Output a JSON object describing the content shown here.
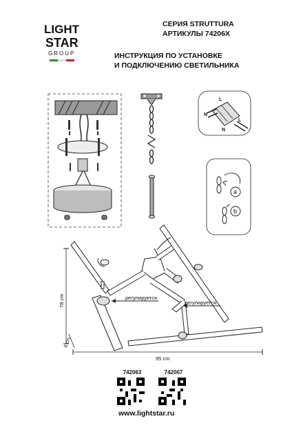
{
  "logo": {
    "line1": "LIGHT",
    "line2": "STAR",
    "line3": "GROUP"
  },
  "header": {
    "series": "СЕРИЯ STRUTTURA",
    "articles": "АРТИКУЛЫ 74206X",
    "instruction_line1": "ИНСТРУКЦИЯ ПО УСТАНОВКЕ",
    "instruction_line2": "И ПОДКЛЮЧЕНИЮ СВЕТИЛЬНИКА"
  },
  "diagram": {
    "wiring_labels": [
      "L",
      "N",
      "N",
      "L"
    ],
    "step_a": "a",
    "step_b": "b",
    "adjustable_left": "регулируется",
    "adjustable_right": "регулируется",
    "dim_height": "78 cm",
    "dim_depth": "6 cm",
    "dim_width": "95 cm"
  },
  "qr_codes": [
    {
      "label": "742063"
    },
    {
      "label": "742067"
    }
  ],
  "footer": {
    "url": "www.lightstar.ru"
  }
}
